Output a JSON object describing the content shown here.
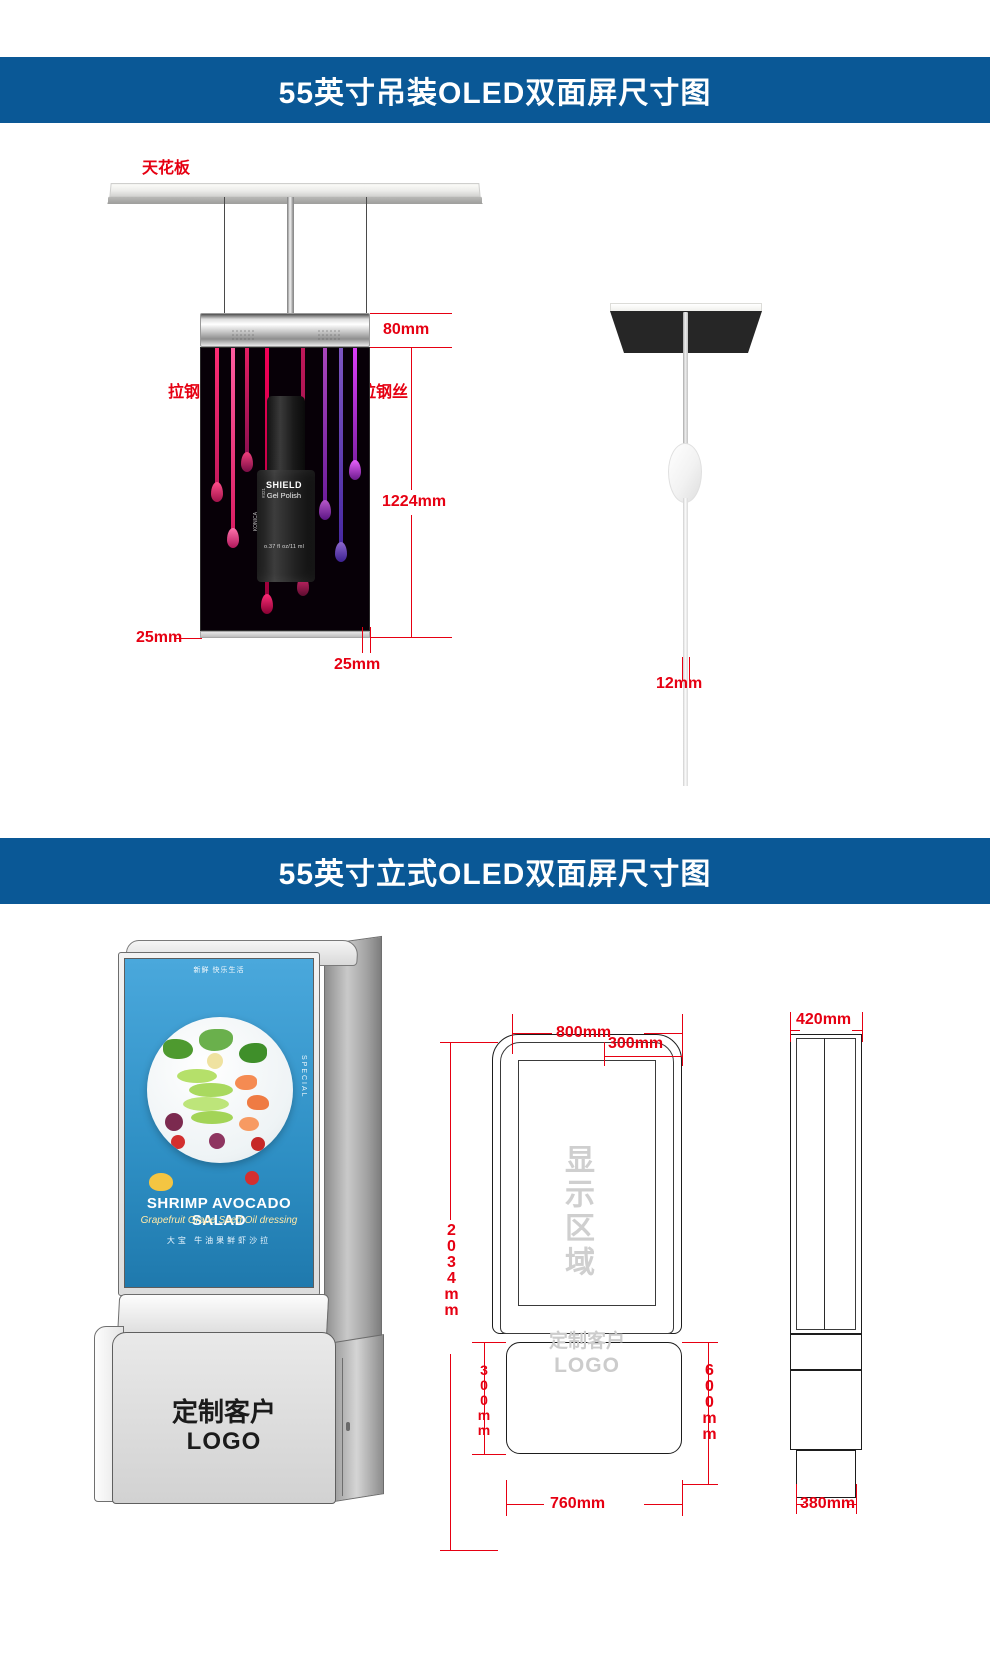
{
  "page": {
    "background": "#ffffff",
    "accent_blue": "#0a5896",
    "dimension_red": "#e60012"
  },
  "sections": [
    {
      "id": "hanging",
      "banner_title": "55英寸吊装OLED双面屏尺寸图",
      "labels": {
        "ceiling": "天花板",
        "wire_left": "拉钢丝",
        "wire_right": "拉钢丝"
      },
      "dimensions": {
        "top_bar_height": "80mm",
        "screen_height": "1224mm",
        "left_bezel": "25mm",
        "bottom_bezel": "25mm",
        "side_thickness": "12mm"
      },
      "ad_creative": {
        "brand": "SHIELD",
        "subtitle": "Gel Polish",
        "volume": "o.37 fl oz/11 ml",
        "side_text": "KONICA",
        "code_text": "#321"
      }
    },
    {
      "id": "floor-standing",
      "banner_title": "55英寸立式OLED双面屏尺寸图",
      "kiosk_labels": {
        "custom_line1": "定制客户",
        "custom_line2": "LOGO"
      },
      "technical_labels": {
        "display_area": "显示区域",
        "logo_line1": "定制客户",
        "logo_line2": "LOGO"
      },
      "dimensions": {
        "overall_width": "800mm",
        "screen_width": "300mm",
        "overall_height": "2034mm",
        "base_height_front": "300mm",
        "base_height_right": "600mm",
        "base_width": "760mm",
        "side_depth": "420mm",
        "side_base_depth": "380mm"
      },
      "poster": {
        "header": "新鲜 快乐生活",
        "title": "SHRIMP AVOCADO SALAD",
        "subtitle": "Grapefruit Grape Seed Oil dressing",
        "footer": "大宝 牛油果鲜虾沙拉",
        "badge": "SPECIAL"
      }
    }
  ]
}
